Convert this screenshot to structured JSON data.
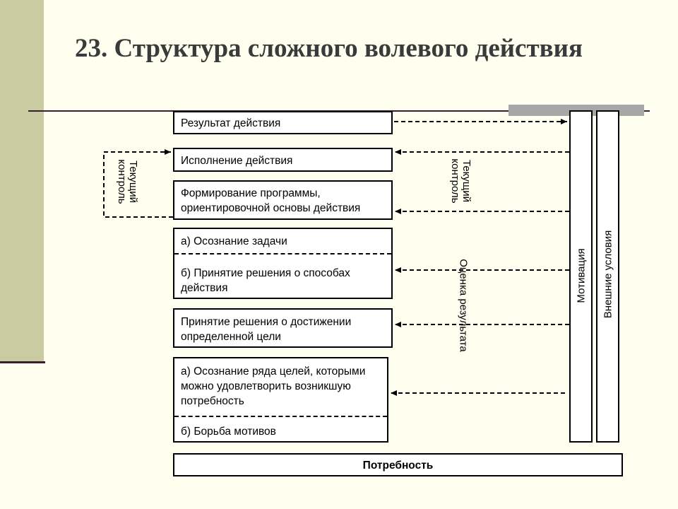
{
  "slide": {
    "title": "23. Структура сложного волевого действия"
  },
  "diagram": {
    "boxes": {
      "result": "Результат действия",
      "execution": "Исполнение действия",
      "program": "Формирование программы, ориентировочной основы действия",
      "task_awareness": "а) Осознание задачи",
      "method_decision": "б) Принятие решения о способах действия",
      "goal_decision": "Принятие решения о достижении определенной цели",
      "goals_awareness": "а) Осознание ряда целей, которыми можно удовлетворить возникшую потребность",
      "motive_struggle": "б) Борьба мотивов",
      "need": "Потребность"
    },
    "columns": {
      "motivation": "Мотивация",
      "external_conditions": "Внешние условия"
    },
    "labels": {
      "current_control_left": "Текущий контроль",
      "current_control_right": "Текущий контроль",
      "result_evaluation": "Оценка результата"
    }
  }
}
